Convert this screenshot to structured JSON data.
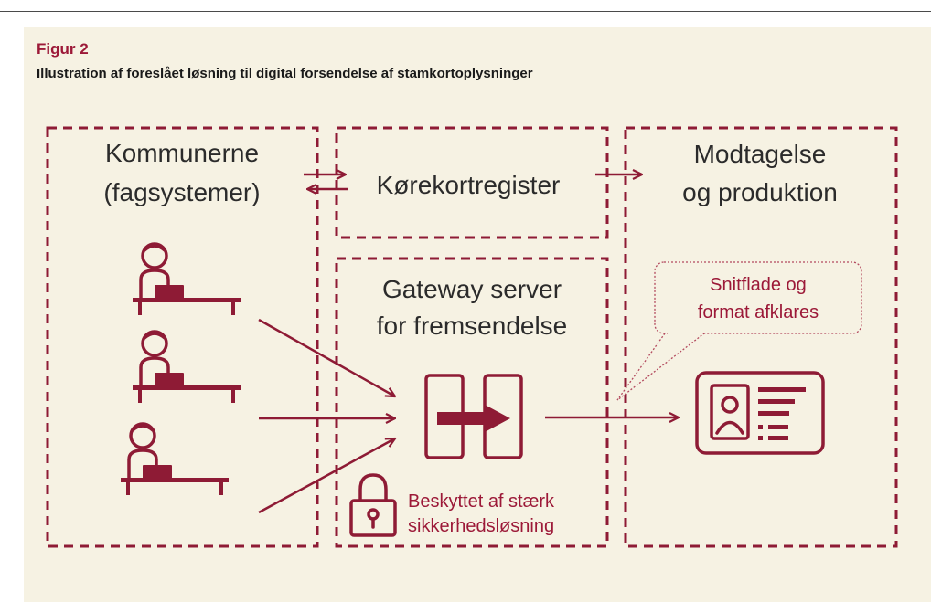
{
  "header": {
    "figure_label": "Figur 2",
    "caption": "Illustration af foreslået løsning til digital forsendelse af stamkortoplysninger"
  },
  "diagram": {
    "municipalities": {
      "line1": "Kommunerne",
      "line2": "(fagsystemer)"
    },
    "license_registry": {
      "label": "Kørekortregister"
    },
    "reception": {
      "line1": "Modtagelse",
      "line2": "og produktion"
    },
    "gateway": {
      "line1": "Gateway server",
      "line2": "for fremsendelse"
    },
    "interface_note": {
      "line1": "Snitflade og",
      "line2": "format afklares"
    },
    "security_note": {
      "line1": "Beskyttet af stærk",
      "line2": "sikkerhedsløsning"
    }
  },
  "colors": {
    "accent": "#8e1b35",
    "accent_text": "#9c1938",
    "panel_background": "#f6f2e3",
    "body_text": "#2b2b2b"
  },
  "icons": [
    "user-at-laptop-icon",
    "gateway-server-icon",
    "padlock-icon",
    "id-card-icon",
    "bidirectional-arrow-icon",
    "right-arrow-icon"
  ]
}
